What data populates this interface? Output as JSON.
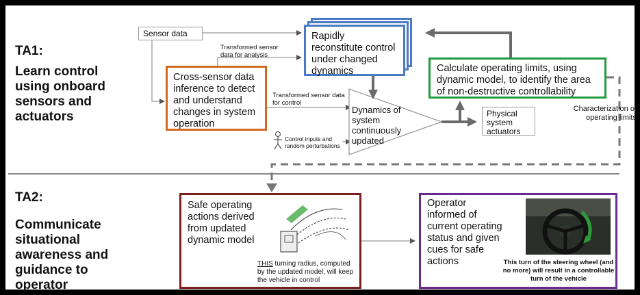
{
  "ta1": {
    "title": "TA1:",
    "subtitle": "Learn control using onboard sensors and actuators"
  },
  "ta2": {
    "title": "TA2:",
    "subtitle": "Communicate situational awareness and guidance to operator"
  },
  "nodes": {
    "sensor_data": "Sensor data",
    "rapidly": "Rapidly reconstitute control under changed dynamics",
    "cross_sensor": "Cross-sensor data inference to detect and understand changes in system operation",
    "dynamics": "Dynamics of system continuously updated",
    "physical": "Physical system actuators",
    "calculate": "Calculate operating limits, using dynamic model, to identify the area of non-destructive controllability",
    "safe_actions": "Safe operating actions derived from updated dynamic model",
    "operator_informed": "Operator informed of current operating status and given cues for safe actions"
  },
  "edge_labels": {
    "transformed_analysis": "Transformed sensor data for analysis",
    "transformed_control": "Transformed sensor data for control",
    "control_inputs": "Control inputs and random perturbations",
    "characterization": "Characterization of operating limits"
  },
  "captions": {
    "turning_radius_emph": "THIS",
    "turning_radius_rest": " turning radius, computed by the updated model, will keep the vehicle in control",
    "steering": "This turn of the steering wheel (and no more) will result in a controllable turn of the vehicle"
  },
  "colors": {
    "orange": "#d2691e",
    "blue": "#4a7ac4",
    "green": "#1f9a3c",
    "maroon": "#7b1e1e",
    "purple": "#6a2b8f",
    "gray_arrow": "#6b6b6b",
    "light_gray": "#999999"
  }
}
